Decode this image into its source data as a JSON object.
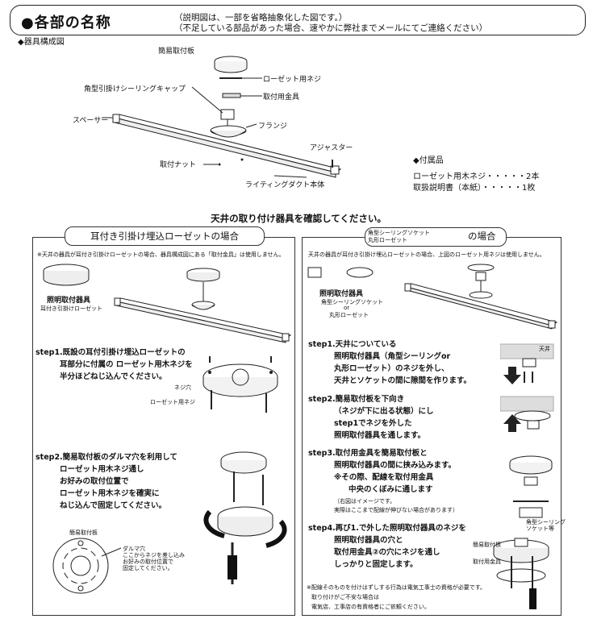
{
  "header": {
    "title": "●各部の名称",
    "note_1": "（説明図は、一部を省略抽象化した図です。）",
    "note_2": "（不足している部品があった場合、速やかに弊社までメールにてご連絡ください）"
  },
  "diagram": {
    "heading": "◆器具構成図",
    "labels": {
      "mount_plate": "簡易取付板",
      "rosette_screw": "ローゼット用ネジ",
      "fitting": "取付用金具",
      "cap": "角型引掛けシーリングキャップ",
      "flange": "フランジ",
      "spacer": "スペーサー",
      "adjuster": "アジャスター",
      "nut": "取付ナット",
      "duct": "ライティングダクト本体"
    }
  },
  "accessories": {
    "heading": "◆付属品",
    "line_1": "ローゼット用木ネジ・・・・・2本",
    "line_2": "取扱説明書（本紙）・・・・・1枚"
  },
  "install_title": "天井の取り付け器具を確認してください。",
  "left_panel": {
    "tab_title": "耳付き引掛け埋込ローゼットの場合",
    "note": "※天井の器具が耳付き引掛けローゼットの場合、器具構成図にある「取付金具」は使用しません。",
    "fixture_label": "照明取付器具",
    "fixture_sub": "耳付き引掛けローゼット",
    "step1": [
      "step1.既設の耳付引掛け埋込ローゼットの",
      "耳部分に付属の ローゼット用木ネジを",
      "半分ほどねじ込んでください。"
    ],
    "label_hole": "ネジ穴",
    "label_screw": "ローゼット用ネジ",
    "step2": [
      "step2.簡易取付板のダルマ穴を利用して",
      "ローゼット用木ネジ通し",
      "お好みの取付位置で",
      "ローゼット用木ネジを確実に",
      "ねじ込んで固定してください。"
    ],
    "plate_label": "簡易取付板",
    "daruma_1": "ダルマ穴",
    "daruma_2": "ここからネジを差し込み",
    "daruma_3": "お好みの取付位置で",
    "daruma_4": "固定してください。"
  },
  "right_panel": {
    "tab_line1": "角型シーリングソケット",
    "tab_line2": "丸形ローゼット",
    "tab_suffix": "の場合",
    "note": "天井の器具が耳付き引掛け埋込ローゼットの場合、上図のローゼット用ネジは使用しません。",
    "fixture_label": "照明取付器具",
    "fixture_sub1": "角型シーリングソケット",
    "fixture_or": "or",
    "fixture_sub2": "丸形ローゼット",
    "step1": [
      "step1.天井についている",
      "照明取付器具（角型シーリングor",
      "丸形ローゼット）のネジを外し、",
      "天井とソケットの間に隙間を作ります。"
    ],
    "ceiling_label": "天井",
    "step2": [
      "step2.簡易取付板を下向き",
      "（ネジが下に出る状態）にし",
      "step1でネジを外した",
      "照明取付器具を通します。"
    ],
    "step3": [
      "step3.取付用金具を簡易取付板と",
      "照明取付器具の間に挟み込みます。",
      "※その際、配線を取付用金具",
      "中央のくぼみに通します"
    ],
    "step3_note1": "（右図はイメージです。",
    "step3_note2": "実際はここまで配線が伸びない場合があります）",
    "step4": [
      "step4.再び1.で外した照明取付器具のネジを",
      "照明取付器具の穴と",
      "取付用金具②の穴にネジを通し",
      "しっかりと固定します。"
    ],
    "socket_label_1": "角型シーリング",
    "socket_label_2": "ソケット等",
    "plate_label": "簡易取付板",
    "fitting_label": "取付用金具",
    "footer_1": "※配線そのものを付けはずしする行為は電気工事士の資格が必要です。",
    "footer_2": "取り付けがご不安な場合は",
    "footer_3": "電気店、工事店の有資格者にご依頼ください。"
  }
}
